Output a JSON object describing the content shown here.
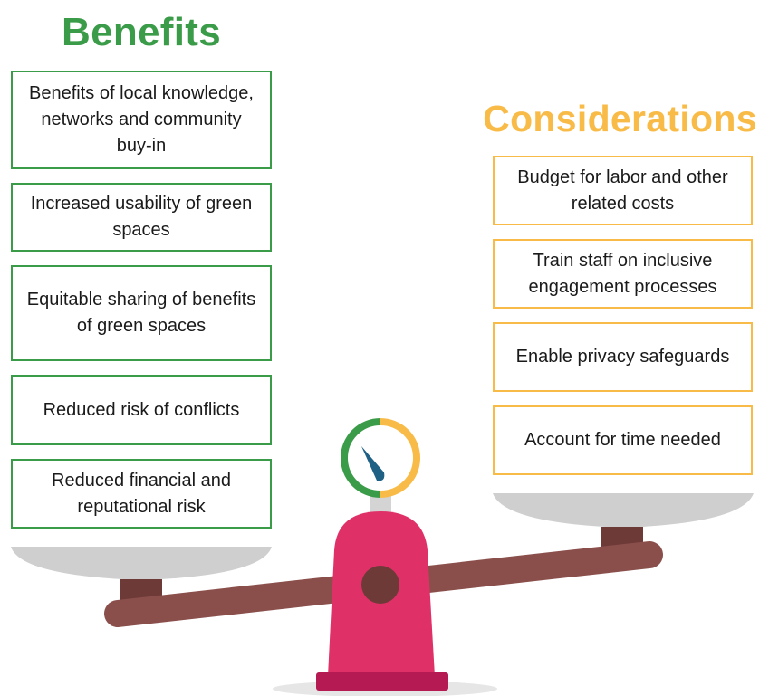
{
  "benefits": {
    "title": "Benefits",
    "color": "#3a9b48",
    "items": [
      {
        "label": "Benefits of local knowledge, networks and community buy-in"
      },
      {
        "label": "Increased usability of green spaces"
      },
      {
        "label": "Equitable sharing of benefits of green spaces"
      },
      {
        "label": "Reduced risk of conflicts"
      },
      {
        "label": "Reduced financial and reputational risk"
      }
    ]
  },
  "considerations": {
    "title": "Considerations",
    "color": "#f9bb48",
    "items": [
      {
        "label": "Budget for labor and other related costs"
      },
      {
        "label": "Train staff on inclusive engagement processes"
      },
      {
        "label": "Enable privacy safeguards"
      },
      {
        "label": "Account for time needed"
      }
    ]
  },
  "scale": {
    "beam_color": "#8a4f4b",
    "pan_color": "#cfcfcf",
    "stand_color": "#e03068",
    "gauge_left_color": "#3a9b48",
    "gauge_right_color": "#f9bb48",
    "needle_color": "#1e6185",
    "icon": "balance-scale-icon"
  }
}
